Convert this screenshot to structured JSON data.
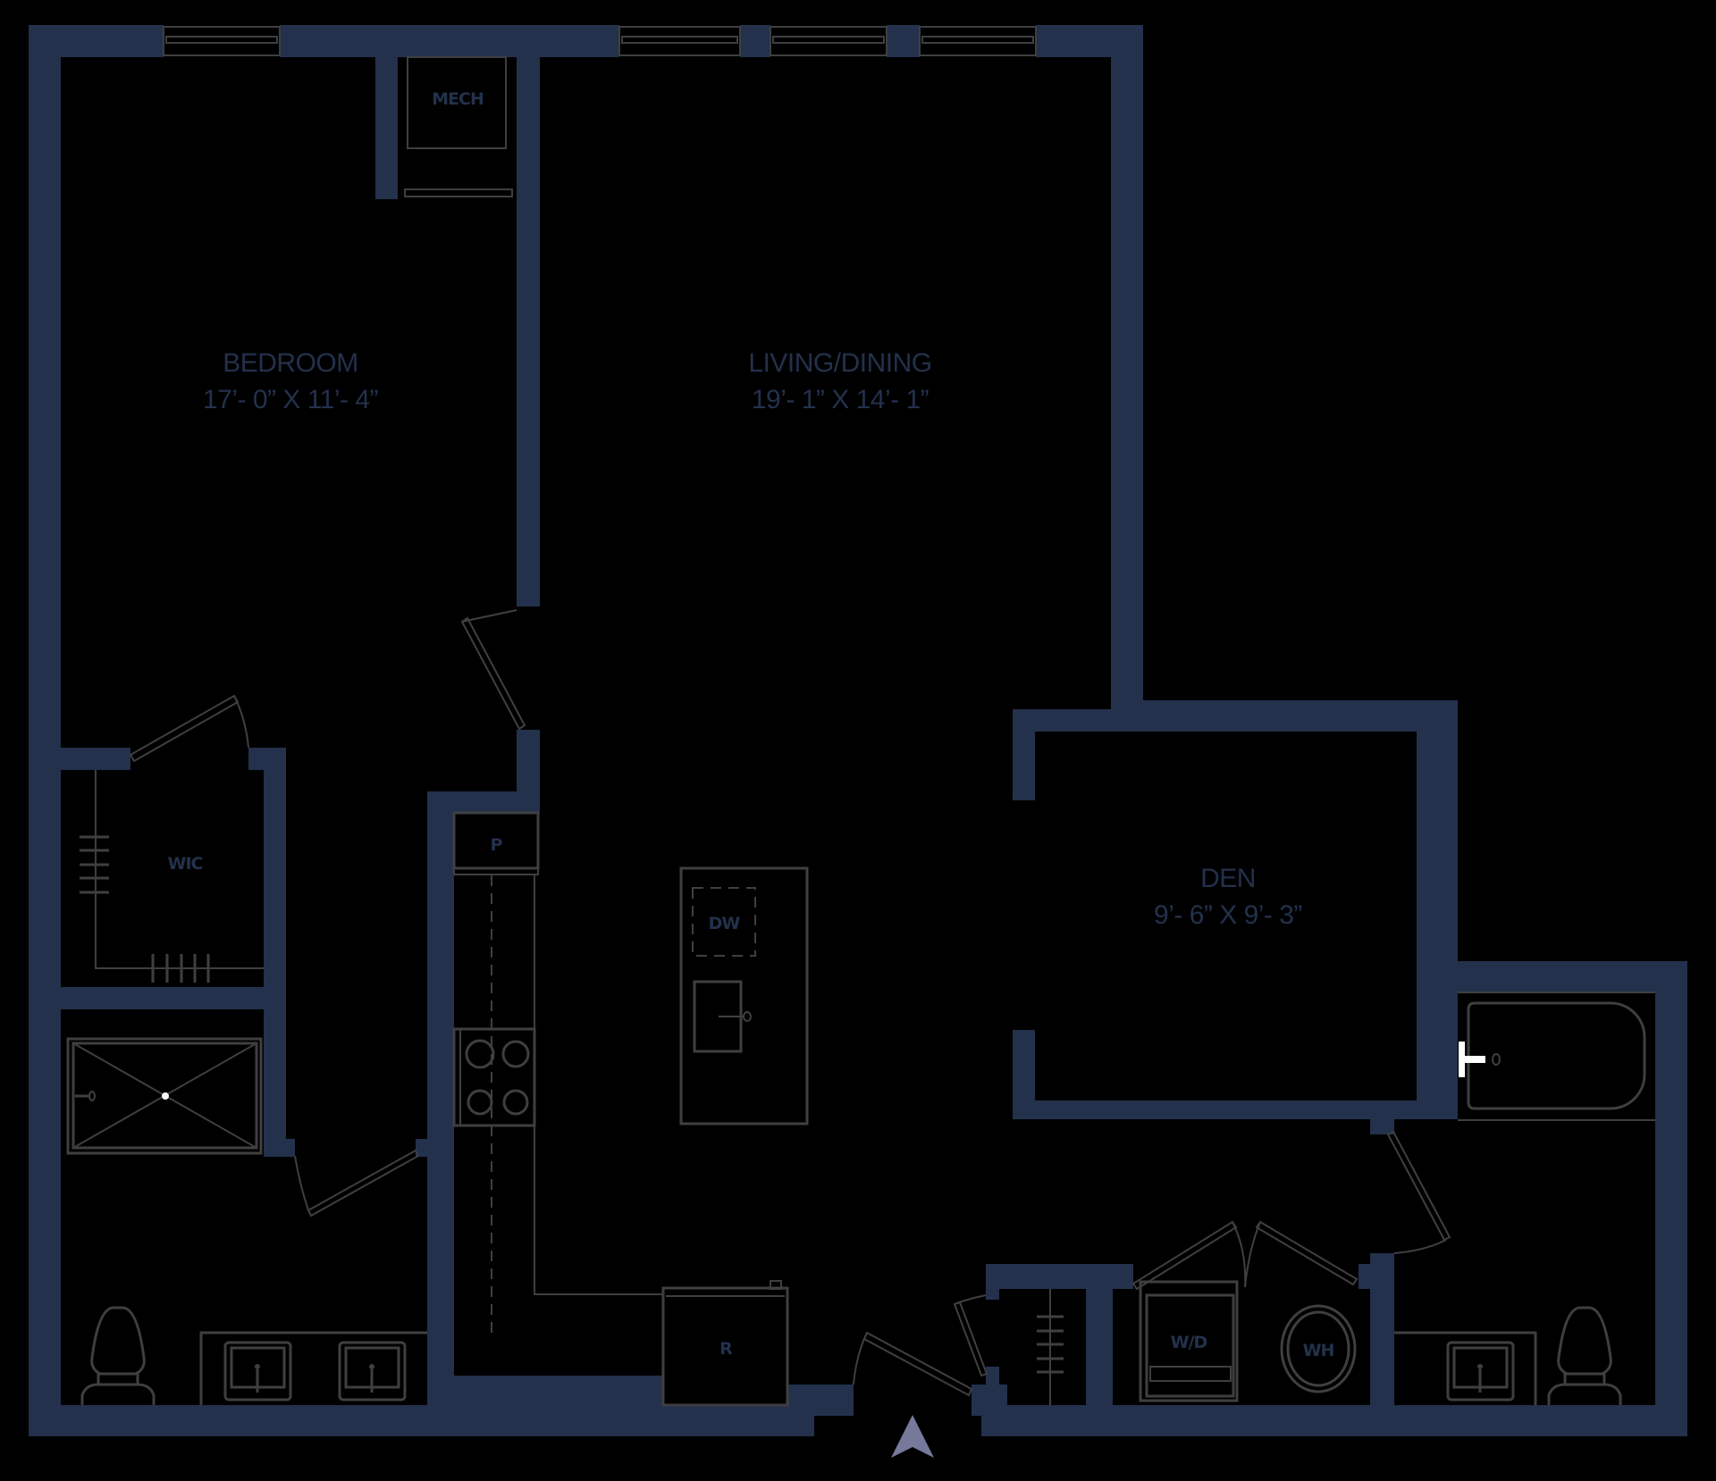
{
  "floorplan": {
    "colors": {
      "background": "#000000",
      "wall": "#23314c",
      "fixture_line": "#3f3f41",
      "entry_arrow": "#76799a"
    },
    "rooms": [
      {
        "id": "bedroom",
        "name": "BEDROOM",
        "dimensions": "17’- 0” X 11’- 4”"
      },
      {
        "id": "living",
        "name": "LIVING/DINING",
        "dimensions": "19’- 1” X 14’- 1”"
      },
      {
        "id": "den",
        "name": "DEN",
        "dimensions": "9’- 6” X 9’- 3”"
      }
    ],
    "fixtures": {
      "mech": "MECH",
      "wic": "WIC",
      "pantry": "P",
      "dishwasher": "DW",
      "refrigerator": "R",
      "washer_dryer": "W/D",
      "water_heater": "WH"
    },
    "entry_icon": "north-entry-arrow-icon"
  }
}
